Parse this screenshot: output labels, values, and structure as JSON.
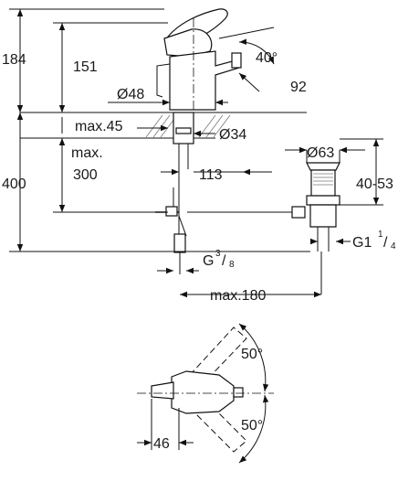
{
  "dimensions": {
    "total_height_top": "184",
    "body_height": "151",
    "lever_angle": "40°",
    "spout_height": "92",
    "base_diameter": "Ø48",
    "deck_thickness": "max.45",
    "hole_diameter": "Ø34",
    "lower_max_label": "max.",
    "lower_max_value": "300",
    "total_height_lower": "400",
    "projection": "113",
    "waste_diameter": "Ø63",
    "waste_range": "40-53",
    "waste_thread": "G1",
    "waste_thread_num": "1",
    "waste_thread_den": "4",
    "connection_thread": "G",
    "connection_thread_num": "3",
    "connection_thread_den": "8",
    "max_distance": "max.180",
    "swing_angle_top": "50°",
    "swing_angle_bottom": "50°",
    "lever_offset": "46"
  }
}
